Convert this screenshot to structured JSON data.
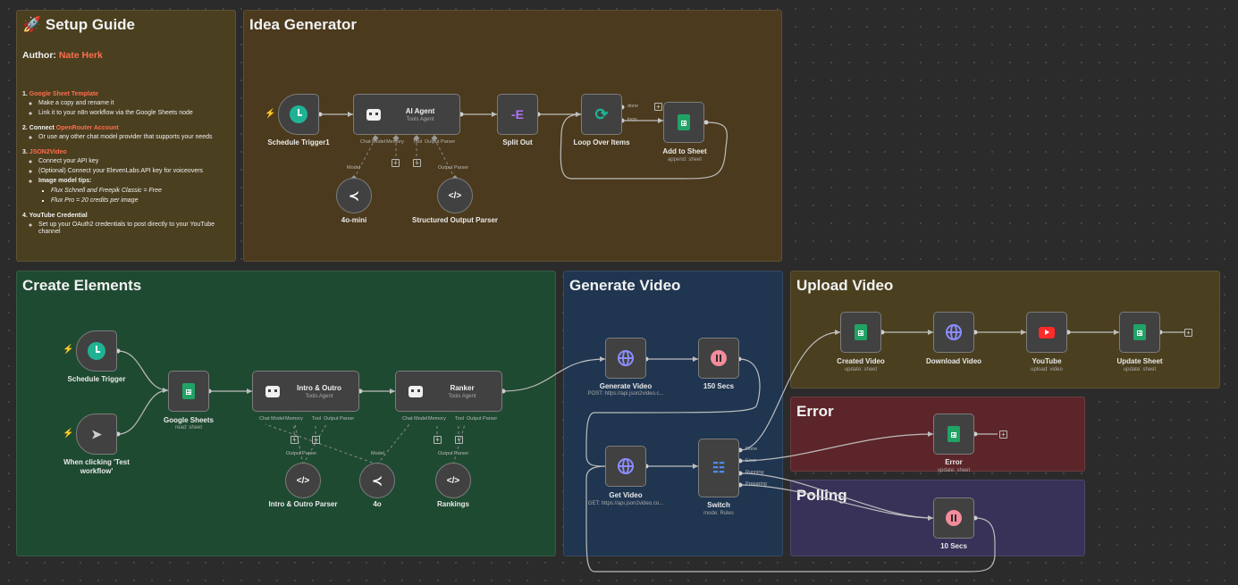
{
  "colors": {
    "canvas": "#2b2b2b",
    "sticky_yellow": "#4a3f1f",
    "sticky_brown": "#4b3a1d",
    "sticky_green": "#1f4a32",
    "sticky_blue": "#1f3550",
    "sticky_red": "#5c2529",
    "sticky_purple": "#393258",
    "link": "#ff6d4d",
    "trigger_bolt": "#ff6b4a",
    "sheets": "#21a366",
    "http": "#8c8cff",
    "wait": "#f38b9b",
    "youtube": "#ff2a2a"
  },
  "setup_guide": {
    "title": "🚀 Setup Guide",
    "author_label": "Author:",
    "author_name": "Nate Herk",
    "steps": [
      {
        "num": "1.",
        "link": "Google Sheet Template",
        "rest": "",
        "items": [
          "Make a copy and rename it",
          "Link it to your n8n workflow via the Google Sheets node"
        ]
      },
      {
        "num": "2.",
        "pre": "Connect",
        "link": "OpenRouter Account",
        "items": [
          "Or use any other chat model provider that supports your needs"
        ]
      },
      {
        "num": "3.",
        "link": "JSON2Video",
        "items": [
          "Connect your API key",
          "(Optional) Connect your ElevenLabs API key for voiceovers",
          "Image model tips:"
        ],
        "subitems": [
          "Flux Schnell and Freepik Classic = Free",
          "Flux Pro = 20 credits per image"
        ]
      },
      {
        "num": "4.",
        "pre": "YouTube Credential",
        "items": [
          "Set up your OAuth2 credentials to post directly to your YouTube channel"
        ]
      }
    ]
  },
  "sections": {
    "idea": "Idea Generator",
    "create": "Create Elements",
    "generate": "Generate Video",
    "upload": "Upload Video",
    "error": "Error",
    "polling": "Polling"
  },
  "nodes": {
    "schedule1": {
      "label": "Schedule Trigger1"
    },
    "ai_agent": {
      "title": "AI Agent",
      "sub": "Tools Agent"
    },
    "split_out": {
      "label": "Split Out"
    },
    "loop": {
      "label": "Loop Over Items",
      "out_done": "done",
      "out_loop": "loop"
    },
    "add_sheet": {
      "label": "Add to Sheet",
      "sub": "append: sheet"
    },
    "mini": {
      "label": "4o-mini"
    },
    "structured": {
      "label": "Structured Output Parser"
    },
    "schedule": {
      "label": "Schedule Trigger"
    },
    "manual": {
      "label": "When clicking 'Test workflow'"
    },
    "gsheets": {
      "label": "Google Sheets",
      "sub": "read: sheet"
    },
    "intro": {
      "title": "Intro & Outro",
      "sub": "Tools Agent"
    },
    "ranker": {
      "title": "Ranker",
      "sub": "Tools Agent"
    },
    "intro_parser": {
      "label": "Intro & Outro Parser"
    },
    "fouro": {
      "label": "4o"
    },
    "rankings": {
      "label": "Rankings"
    },
    "gen_video": {
      "label": "Generate Video",
      "sub": "POST: https://api.json2video.c..."
    },
    "wait150": {
      "label": "150 Secs"
    },
    "get_video": {
      "label": "Get Video",
      "sub": "GET: https://api.json2video.co..."
    },
    "switch": {
      "label": "Switch",
      "sub": "mode: Rules",
      "out_done": "Done",
      "out_error": "Error",
      "out_running": "Running",
      "out_preparing": "Preparing"
    },
    "created_video": {
      "label": "Created Video",
      "sub": "update: sheet"
    },
    "download": {
      "label": "Download Video"
    },
    "youtube": {
      "label": "YouTube",
      "sub": "upload: video"
    },
    "update_sheet": {
      "label": "Update Sheet",
      "sub": "update: sheet"
    },
    "error_node": {
      "label": "Error",
      "sub": "update: sheet"
    },
    "wait10": {
      "label": "10 Secs"
    }
  },
  "ports": {
    "chat_model": "Chat Model",
    "memory": "Memory",
    "tool": "Tool",
    "output_parser": "Output Parser",
    "model": "Model"
  },
  "icons": {
    "add": "+",
    "code": "</>",
    "split": "-E",
    "bolt": "⚡",
    "cursor": "cursor-icon",
    "loop": "refresh-icon",
    "openai": "openai-icon"
  }
}
